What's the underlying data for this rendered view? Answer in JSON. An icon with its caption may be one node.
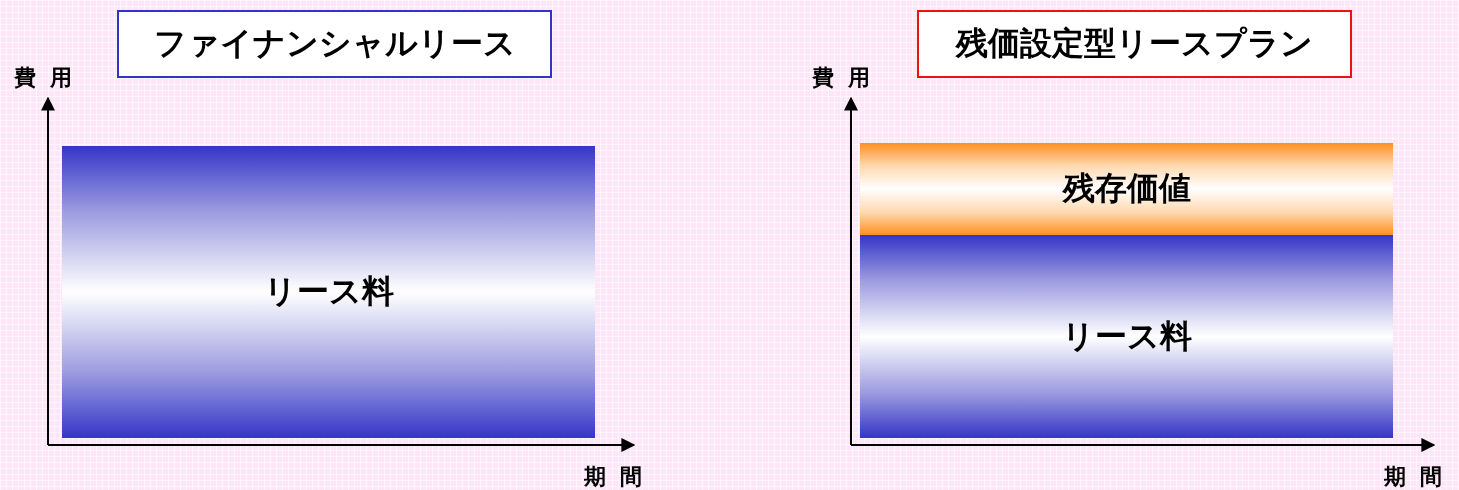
{
  "diagram": {
    "nodes": [
      {
        "text": [
          "ファイナンシャルリース"
        ]
      },
      {
        "text": [
          "リース料"
        ]
      },
      {
        "text": [
          "残価設定型リースプラン"
        ]
      },
      {
        "text": [
          "残存価値"
        ]
      },
      {
        "text": [
          "リース料"
        ]
      }
    ],
    "labels": [
      "費用",
      "期間",
      "費用",
      "期間"
    ]
  }
}
